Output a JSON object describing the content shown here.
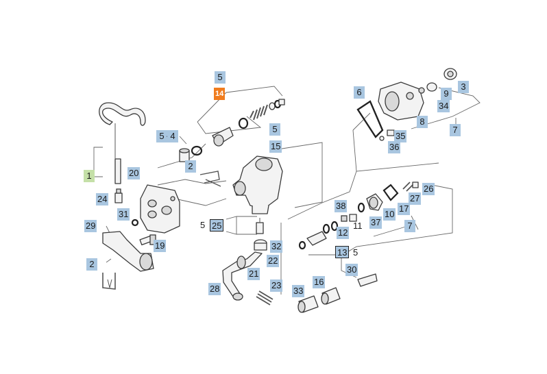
{
  "callouts": {
    "c1": "1",
    "c2a": "2",
    "c2b": "2",
    "c3": "3",
    "c5a": "5",
    "c5b": "5",
    "c5c": "5",
    "c5d": "5",
    "c5e": "5",
    "c4": "4",
    "c6": "6",
    "c7a": "7",
    "c7b": "7",
    "c8": "8",
    "c9": "9",
    "c10": "10",
    "c11": "11",
    "c12": "12",
    "c13": "13",
    "c14": "14",
    "c15": "15",
    "c16": "16",
    "c17": "17",
    "c19": "19",
    "c20": "20",
    "c21": "21",
    "c22": "22",
    "c23": "23",
    "c24": "24",
    "c25": "25",
    "c26": "26",
    "c27": "27",
    "c28": "28",
    "c29": "29",
    "c30": "30",
    "c31": "31",
    "c32": "32",
    "c33": "33",
    "c34": "34",
    "c35": "35",
    "c36": "36",
    "c37": "37",
    "c38": "38"
  },
  "colors": {
    "callout": "#a9c6e0",
    "callout_new": "#f07c1e",
    "callout_base": "#c5e0a8"
  }
}
